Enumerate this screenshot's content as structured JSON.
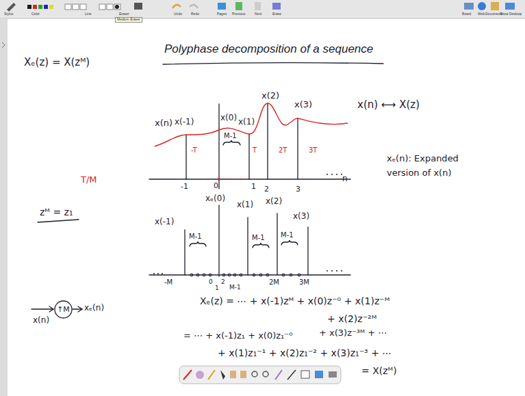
{
  "diagram": {
    "title": "Polyphase decomposition of a sequence",
    "nodes": [
      {
        "text": [
          "↑M"
        ]
      }
    ],
    "labels": [
      "Stylus",
      "Color",
      "Line",
      "Eraser",
      "Medium Eraser",
      "Undo",
      "Redo",
      "Pages",
      "Previous",
      "Next",
      "Erase",
      "Board",
      "Web",
      "Documents",
      "Show Desktop",
      "Xₑ(z) = X(zᴹ)",
      "x(n) ⟷ X(z)",
      "x(n)",
      "x(-1)",
      "x(0)",
      "x(1)",
      "x(2)",
      "x(3)",
      "M-1",
      "-T",
      "T",
      "2T",
      "3T",
      "T/M",
      "-1",
      "0",
      "1",
      "2",
      "3",
      "n",
      "xₑ(n): Expanded version of x(n)",
      "zᴹ = z₁",
      "x(-1)",
      "xₑ(0)",
      "x(1)",
      "x(2)",
      "x(3)",
      "M-1",
      "M-1",
      "M-1",
      "-M",
      "0",
      "1",
      "2",
      "M-1",
      "2M",
      "3M",
      "x(n)",
      "xₑ(n)",
      "Xₑ(z) = ⋯ + x(-1)zᴹ + x(0)z⁻⁰ + x(1)z⁻ᴹ",
      "+ x(2)z⁻²ᴹ",
      "= ⋯ + x(-1)z₁ + x(0)z₁⁻⁰",
      "+ x(3)z⁻³ᴹ + ⋯",
      "+ x(1)z₁⁻¹ + x(2)z₁⁻² + x(3)z₁⁻³ + ⋯",
      "= X(zᴹ)"
    ]
  }
}
